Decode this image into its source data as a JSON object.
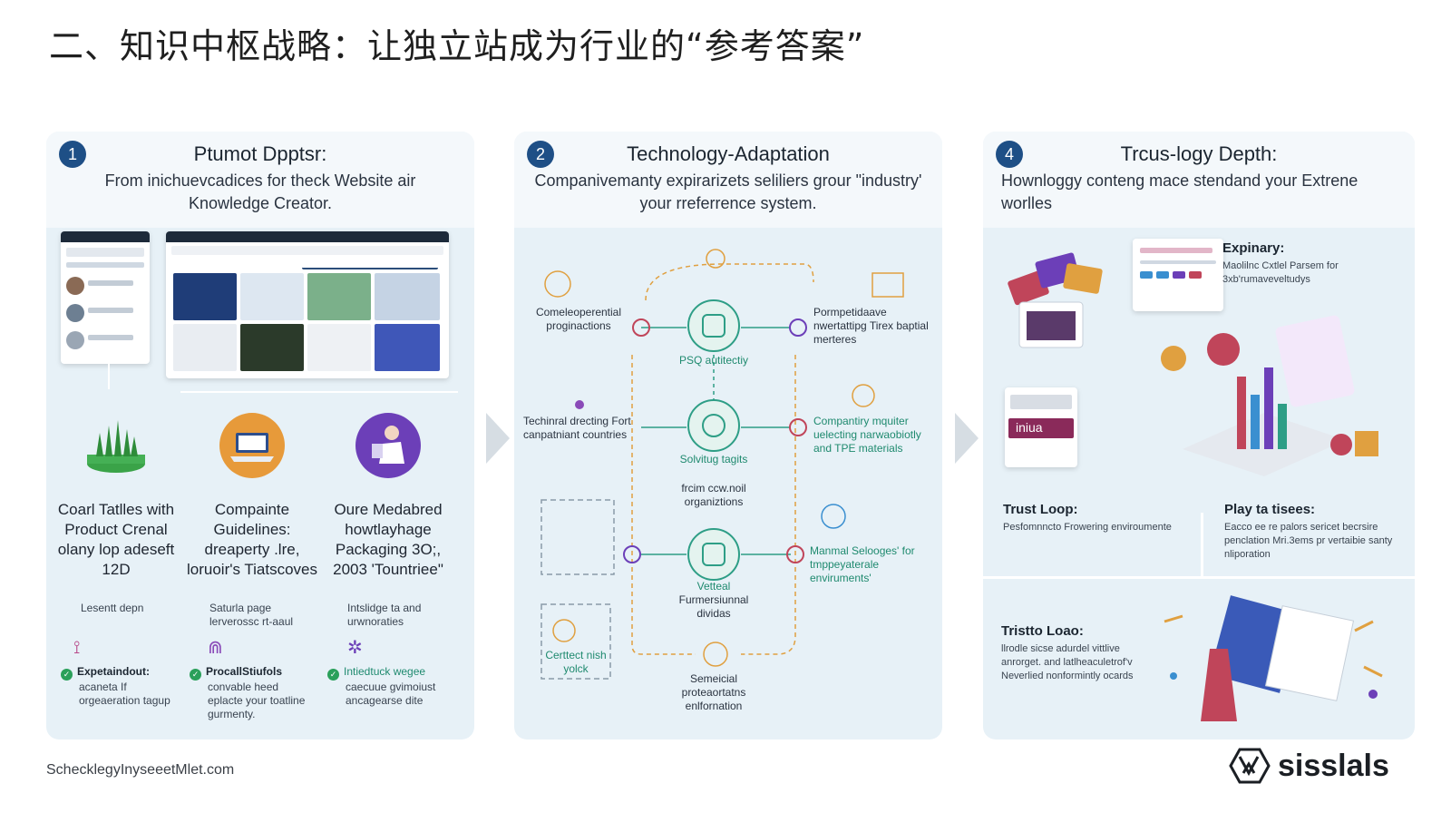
{
  "page_title": "二、知识中枢战略：让独立站成为行业的“参考答案”",
  "panels": [
    {
      "number": "1",
      "title": "Ptumot Dpptsr:",
      "subtitle": "From inichuevcadices for theck Website air Knowledge Creator.",
      "features": [
        {
          "label": "Coarl Tatlles with Product Crenal olany lop adeseft 12D",
          "desc": "Lesentt depn",
          "check_title": "Expetaindout:",
          "check_desc": "acaneta If orgeaeration tagup",
          "icon": "forest-icon"
        },
        {
          "label": "Compainte Guidelines: dreaperty .lre, loruoir's Tiatscoves",
          "desc": "Saturla page lerverossc rt-aaul",
          "check_title": "ProcallStiufols",
          "check_desc": "convable heed eplacte your toatline gurmenty.",
          "icon": "laptop-icon"
        },
        {
          "label": "Oure Medabred howtlayhage Packaging 3O;, 2003 'Tountriee\"",
          "desc": "Intslidge ta and urwnoraties",
          "check_title": "Intiedtuck wegee",
          "check_desc": "caecuue gvimoiust ancagearse dite",
          "icon": "person-icon"
        }
      ]
    },
    {
      "number": "2",
      "title": "Technology-Adaptation",
      "subtitle": "Companivemanty expirarizets seliliers grour \"industry' your rreferrence system.",
      "nodes": [
        {
          "label": "Comeleoperential proginactions"
        },
        {
          "label": "Pormpetidaave nwertattipg Tirex baptial merteres"
        },
        {
          "label": "PSQ autitectiy"
        },
        {
          "label": "Techinral drecting Fort canpatniant countries"
        },
        {
          "label": "Solvitug tagits"
        },
        {
          "label": "frcim ccw.noil organiztions"
        },
        {
          "label": "Compantiry mquiter uelecting narwaobiotly and TPE materials"
        },
        {
          "label": "Manmal Selooges' for tmppeyaterale enviruments'"
        },
        {
          "label": "Vetteal"
        },
        {
          "label": "Furmersiunnal dividas"
        },
        {
          "label": "Certtect nish yolck"
        },
        {
          "label": "Semeicial proteaortatns enlfornation"
        }
      ]
    },
    {
      "number": "4",
      "title": "Trcus-logy Depth:",
      "subtitle": "Hownloggy conteng mace stendand your Extrene worlles",
      "sections": [
        {
          "title": "Expinary:",
          "desc": "Maolilnc Cxtlel Parsem for 3xb'rumaveveltudys"
        },
        {
          "title": "Trust Loop:",
          "desc": "Pesfomnncto Frowering enviroumente"
        },
        {
          "title": "Play ta tisees:",
          "desc": "Eacco ee re palors sericet becrsire penclation Mri.3ems pr vertaibie santy nliporation"
        },
        {
          "title": "Tristto Loao:",
          "desc": "llrodle sicse adurdel vittlive anrorget. and latlheaculetrof'v Neverlied nonformintly ocards"
        }
      ],
      "badge_text": "iniua"
    }
  ],
  "footer": "SchecklegyInyseeetMlet.com",
  "brand": "sisslals",
  "colors": {
    "badge": "#1e4f86",
    "panel_bg": "#e7f1f7",
    "node": "#2e9e86",
    "check": "#2aa05a"
  }
}
